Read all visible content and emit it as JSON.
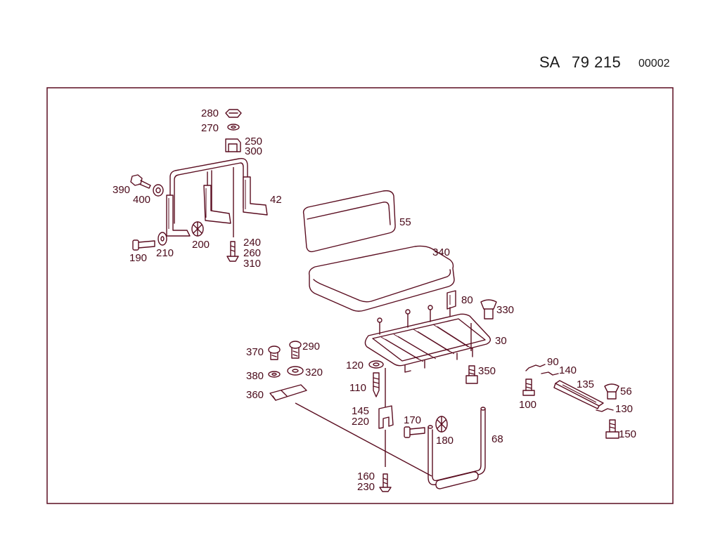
{
  "header": {
    "prefix": "SA",
    "number": "79 215",
    "sequence": "00002"
  },
  "colors": {
    "line": "#5a0d20",
    "label": "#4a0a1a",
    "frame": "#5a0d20"
  },
  "labels": {
    "l280": "280",
    "l270": "270",
    "l250": "250",
    "l300": "300",
    "l390": "390",
    "l400": "400",
    "l42": "42",
    "l190": "190",
    "l210": "210",
    "l200": "200",
    "l240": "240",
    "l260": "260",
    "l310": "310",
    "l55": "55",
    "l340": "340",
    "l80": "80",
    "l330": "330",
    "l30": "30",
    "l370": "370",
    "l290": "290",
    "l380": "380",
    "l320": "320",
    "l360": "360",
    "l120": "120",
    "l110": "110",
    "l350": "350",
    "l145": "145",
    "l220": "220",
    "l170": "170",
    "l180": "180",
    "l160": "160",
    "l230": "230",
    "l68": "68",
    "l90": "90",
    "l140": "140",
    "l135": "135",
    "l56": "56",
    "l100": "100",
    "l130": "130",
    "l150": "150"
  }
}
